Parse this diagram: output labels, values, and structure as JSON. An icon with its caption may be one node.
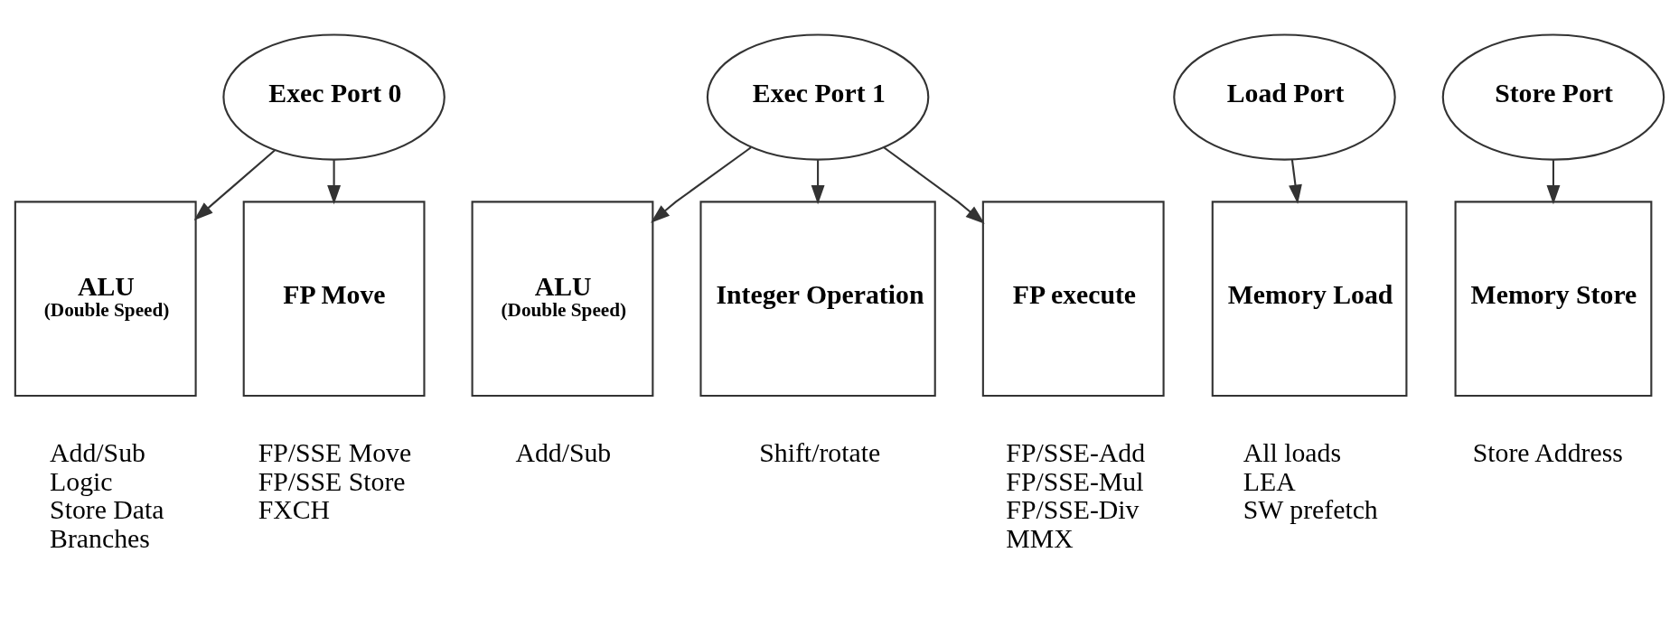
{
  "diagram": {
    "nodes": [
      {
        "text": [
          "Exec Port 0"
        ]
      },
      {
        "text": [
          "Exec Port 1"
        ]
      },
      {
        "text": [
          "Load Port"
        ]
      },
      {
        "text": [
          "Store Port"
        ]
      },
      {
        "text": [
          "ALU",
          "(Double Speed)"
        ],
        "beside": [
          "Add/Sub",
          "Logic",
          "Store Data",
          "Branches"
        ]
      },
      {
        "text": [
          "FP Move"
        ],
        "beside": [
          "FP/SSE Move",
          "FP/SSE Store",
          "FXCH"
        ]
      },
      {
        "text": [
          "ALU",
          "(Double Speed)"
        ],
        "beside": [
          "Add/Sub"
        ]
      },
      {
        "text": [
          "Integer Operation"
        ],
        "beside": [
          "Shift/rotate"
        ]
      },
      {
        "text": [
          "FP execute"
        ],
        "beside": [
          "FP/SSE-Add",
          "FP/SSE-Mul",
          "FP/SSE-Div",
          "MMX"
        ]
      },
      {
        "text": [
          "Memory Load"
        ],
        "beside": [
          "All loads",
          "LEA",
          "SW prefetch"
        ]
      },
      {
        "text": [
          "Memory Store"
        ],
        "beside": [
          "Store Address"
        ]
      }
    ],
    "edges": [
      {
        "from": 0,
        "to": 4,
        "arrow": "to"
      },
      {
        "from": 0,
        "to": 5,
        "arrow": "to"
      },
      {
        "from": 1,
        "to": 6,
        "arrow": "to"
      },
      {
        "from": 1,
        "to": 7,
        "arrow": "to"
      },
      {
        "from": 1,
        "to": 8,
        "arrow": "to"
      },
      {
        "from": 2,
        "to": 9,
        "arrow": "to"
      },
      {
        "from": 3,
        "to": 10,
        "arrow": "to"
      }
    ]
  }
}
